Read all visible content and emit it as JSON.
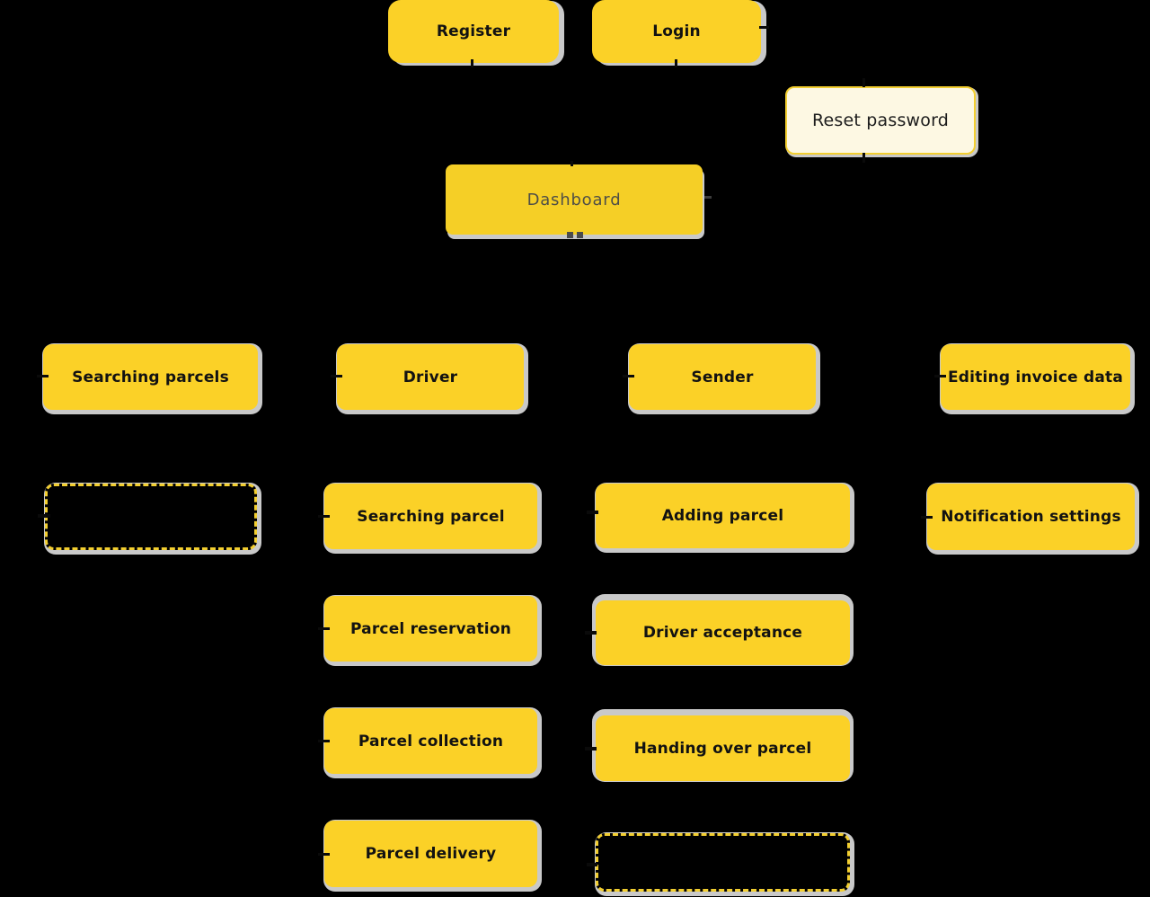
{
  "colors": {
    "background": "#000000",
    "node_yellow": "#FBD127",
    "dashboard_yellow": "#F5CF26",
    "reset_cream": "#FDF8E3",
    "outline_yellow": "#F2CE30",
    "shadow_gray": "#C9C9C9",
    "label_dark": "#121212",
    "dashboard_text": "#4E4E47"
  },
  "nodes": {
    "register": "Register",
    "login": "Login",
    "reset_password": "Reset password",
    "dashboard": "Dashboard",
    "branches": {
      "searching_parcels": "Searching parcels",
      "driver": "Driver",
      "sender": "Sender",
      "editing_invoice_data": "Editing invoice data",
      "notification_settings": "Notification settings"
    },
    "driver_flow": [
      "Searching parcel",
      "Parcel reservation",
      "Parcel collection",
      "Parcel delivery"
    ],
    "sender_flow": [
      "Adding parcel",
      "Driver acceptance",
      "Handing over parcel"
    ],
    "empty_placeholder_1": "",
    "empty_placeholder_2": ""
  }
}
